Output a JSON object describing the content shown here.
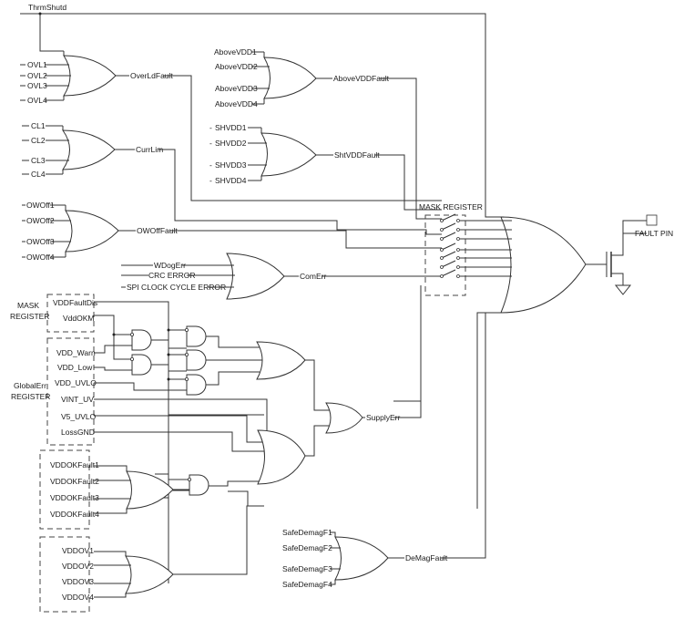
{
  "title": "Fault pin logic diagram",
  "top_signal": "ThrmShutd",
  "gates": {
    "overload": {
      "inputs": [
        "OVL1",
        "OVL2",
        "OVL3",
        "OVL4"
      ],
      "output": "OverLdFault"
    },
    "current_limit": {
      "inputs": [
        "CL1",
        "CL2",
        "CL3",
        "CL4"
      ],
      "output": "CurrLim"
    },
    "open_wire": {
      "inputs": [
        "OWOff1",
        "OWOff2",
        "OWOff3",
        "OWOff4"
      ],
      "output": "OWOffFault"
    },
    "above_vdd": {
      "inputs": [
        "AboveVDD1",
        "AboveVDD2",
        "AboveVDD3",
        "AboveVDD4"
      ],
      "output": "AboveVDDFault"
    },
    "short_vdd": {
      "inputs": [
        "SHVDD1",
        "SHVDD2",
        "SHVDD3",
        "SHVDD4"
      ],
      "output": "ShtVDDFault"
    },
    "com_err": {
      "inputs": [
        "WDogErr",
        "CRC ERROR",
        "SPI CLOCK CYCLE ERROR"
      ],
      "output": "ComErr"
    },
    "supply_err": {
      "output": "SupplyErr"
    },
    "demag": {
      "inputs": [
        "SafeDemagF1",
        "SafeDemagF2",
        "SafeDemagF3",
        "SafeDemagF4"
      ],
      "output": "DeMagFault"
    }
  },
  "mask_register_switches": {
    "label": "MASK REGISTER",
    "count": 7
  },
  "mask_register_box": {
    "label_line1": "MASK",
    "label_line2": "REGISTER",
    "signals": [
      "VDDFaultDis",
      "VddOKM"
    ]
  },
  "globalerr_register_box": {
    "label_line1": "GlobalErr",
    "label_line2": "REGISTER",
    "signals": [
      "VDD_Warn",
      "VDD_Low",
      "VDD_UVLO",
      "VINT_UV",
      "V5_UVLO",
      "LossGND"
    ]
  },
  "vddokfault_box": {
    "signals": [
      "VDDOKFault1",
      "VDDOKFault2",
      "VDDOKFault3",
      "VDDOKFault4"
    ]
  },
  "vddov_box": {
    "signals": [
      "VDDOV1",
      "VDDOV2",
      "VDDOV3",
      "VDDOV4"
    ]
  },
  "output": {
    "pin_label": "FAULT PIN"
  }
}
